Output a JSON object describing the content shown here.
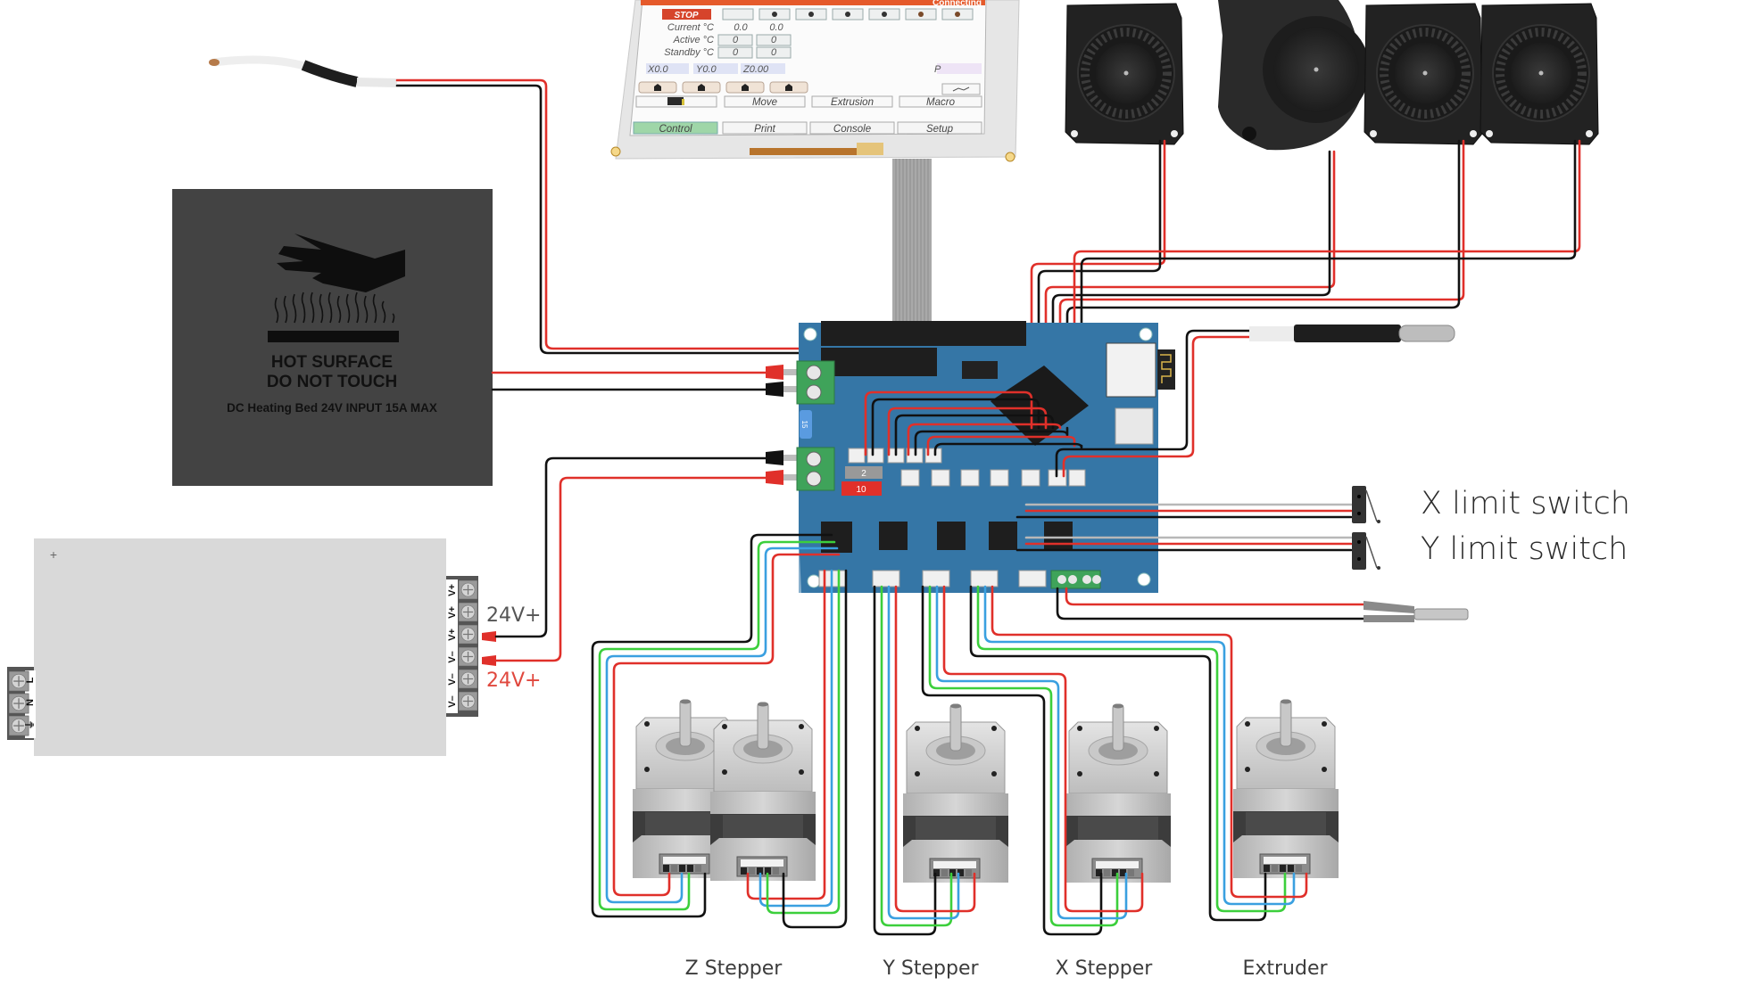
{
  "diagram": {
    "title": "3D printer controller board wiring diagram",
    "colors": {
      "wire_red": "#e0302a",
      "wire_black": "#111111",
      "wire_green": "#3ccf3c",
      "wire_blue": "#3aa0e0",
      "board": "#2f6f9e",
      "bed": "#434343",
      "psu": "#d9d9d9",
      "terminal_green": "#3fa35a"
    }
  },
  "lcd": {
    "status": "Connecting",
    "stop_label": "STOP",
    "rows": {
      "current_label": "Current °C",
      "current_values": [
        "0.0",
        "0.0"
      ],
      "active_label": "Active °C",
      "active_values": [
        "0",
        "0"
      ],
      "standby_label": "Standby °C",
      "standby_values": [
        "0",
        "0"
      ]
    },
    "axes": {
      "x": "X0.0",
      "y": "Y0.0",
      "z": "Z0.00",
      "p": "P"
    },
    "buttons_row1": [
      "",
      "Move",
      "Extrusion",
      "Macro"
    ],
    "tabs": [
      "Control",
      "Print",
      "Console",
      "Setup"
    ],
    "active_tab": "Control"
  },
  "heated_bed": {
    "line1": "HOT SURFACE",
    "line2": "DO NOT TOUCH",
    "spec": "DC Heating Bed 24V INPUT  15A MAX"
  },
  "psu": {
    "output_terminals": [
      "V+",
      "V+",
      "V+",
      "V–",
      "V–",
      "V–"
    ],
    "input_terminals": [
      "L",
      "N",
      "⏚"
    ],
    "label_positive": "24V+",
    "label_negative": "24V+"
  },
  "board": {
    "fuse_labels": [
      "15",
      "2",
      "10"
    ]
  },
  "labels": {
    "x_limit": "X limit switch",
    "y_limit": "Y limit switch",
    "z_stepper": "Z Stepper",
    "y_stepper": "Y Stepper",
    "x_stepper": "X Stepper",
    "extruder": "Extruder"
  }
}
